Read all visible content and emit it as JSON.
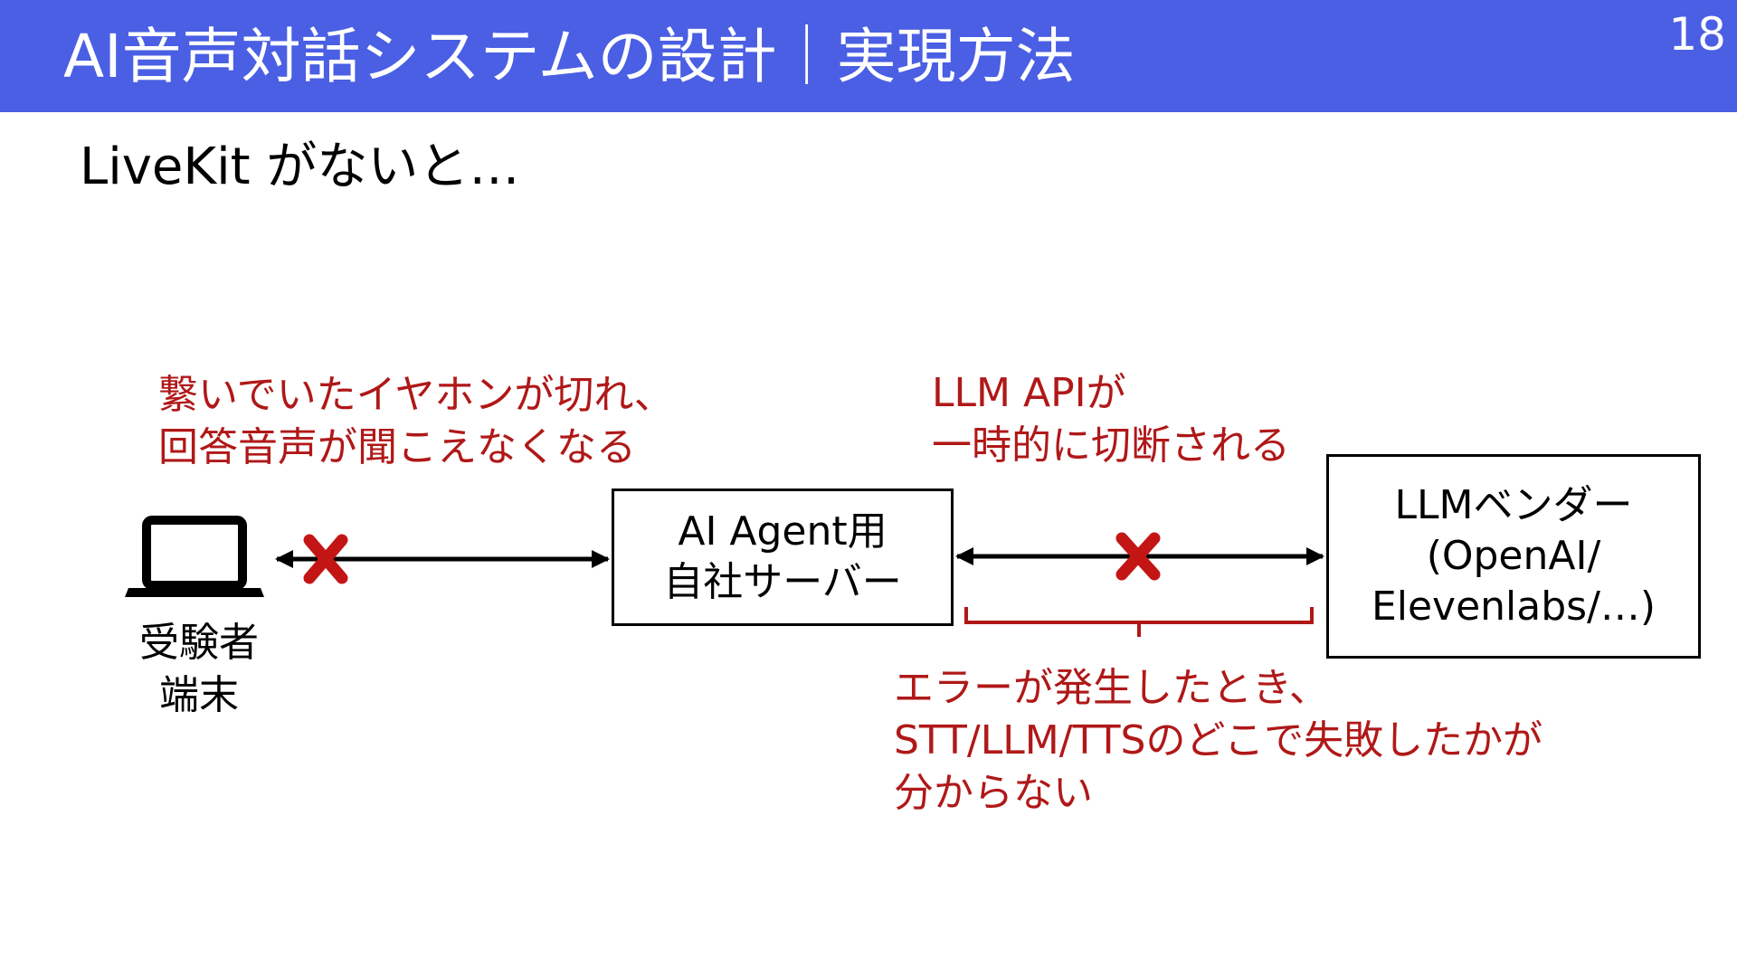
{
  "header": {
    "title": "AI音声対話システムの設計｜実現方法",
    "page_number": "18",
    "background_color": "#4a5fe3"
  },
  "subtitle": "LiveKit がないと…",
  "notes": {
    "earphone": [
      "繋いでいたイヤホンが切れ、",
      "回答音声が聞こえなくなる"
    ],
    "llm_api": [
      "LLM APIが",
      "一時的に切断される"
    ],
    "error": [
      "エラーが発生したとき、",
      "STT/LLM/TTSのどこで失敗したかが",
      "分からない"
    ],
    "color": "#b01818"
  },
  "nodes": {
    "terminal": {
      "icon": "laptop-icon",
      "label": [
        "受験者",
        "端末"
      ]
    },
    "server": {
      "label": [
        "AI Agent用",
        "自社サーバー"
      ]
    },
    "vendor": {
      "label": [
        "LLMベンダー",
        "(OpenAI/",
        "Elevenlabs/…)"
      ]
    }
  },
  "links": [
    {
      "from": "terminal",
      "to": "server",
      "status": "disconnected",
      "marker": "cross-icon"
    },
    {
      "from": "server",
      "to": "vendor",
      "status": "disconnected",
      "marker": "cross-icon"
    }
  ]
}
